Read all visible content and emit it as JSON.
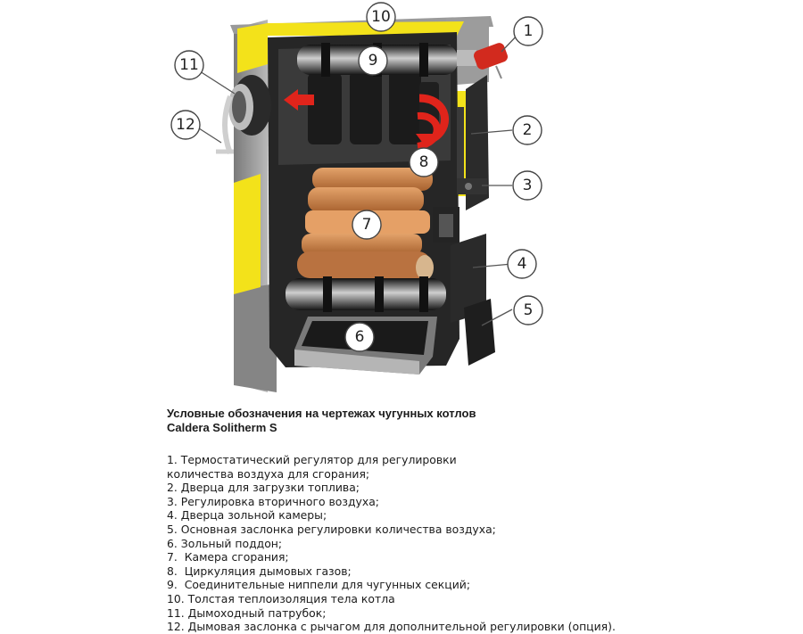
{
  "title": {
    "line1": "Условные обозначения на чертежах чугунных котлов",
    "line2": "Caldera Solitherm S"
  },
  "callouts": [
    "1",
    "2",
    "3",
    "4",
    "5",
    "6",
    "7",
    "8",
    "9",
    "10",
    "11",
    "12"
  ],
  "legend": [
    "1. Термостатический регулятор для регулировки",
    "количества воздуха для сгорания;",
    "2. Дверца для загрузки топлива;",
    "3. Регулировка вторичного воздуха;",
    "4. Дверца зольной камеры;",
    "5. Основная заслонка регулировки количества воздуха;",
    "6. Зольный поддон;",
    "7.  Камера сгорания;",
    "8.  Циркуляция дымовых газов;",
    "9.  Соединительные ниппели для чугунных секций;",
    "10. Толстая теплоизоляция тела котла",
    "11. Дымоходный патрубок;",
    "12. Дымовая заслонка с рычагом для дополнительной регулировки (опция)."
  ],
  "colors": {
    "insulation": "#f3e21a",
    "cast_iron": "#2b2b2b",
    "casing": "#8d8d8d",
    "wood": "#c9814a",
    "flow_arrow": "#e0241b"
  }
}
